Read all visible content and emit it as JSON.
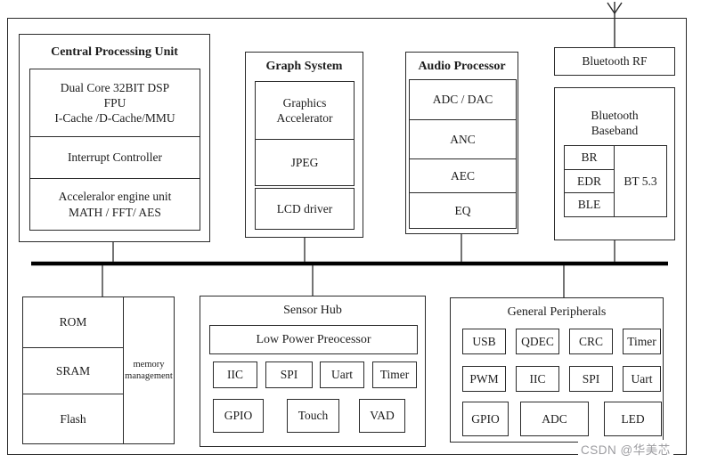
{
  "colors": {
    "line": "#2a2a2a",
    "bus": "#000000",
    "text": "#1c1c1c",
    "background": "#ffffff",
    "watermark": "#9c9ca0"
  },
  "icons": {
    "antenna": "antenna-icon"
  },
  "cpu": {
    "title": "Central Processing Unit",
    "rows": [
      "Dual Core 32BIT DSP\nFPU\nI-Cache /D-Cache/MMU",
      "Interrupt Controller",
      "Acceleralor engine unit\nMATH / FFT/ AES"
    ]
  },
  "graph_system": {
    "title": "Graph System",
    "blocks": [
      "Graphics\nAccelerator",
      "JPEG",
      "LCD driver"
    ]
  },
  "audio_processor": {
    "title": "Audio Processor",
    "blocks": [
      "ADC / DAC",
      "ANC",
      "AEC",
      "EQ"
    ]
  },
  "bluetooth": {
    "rf_label": "Bluetooth RF",
    "baseband_title": "Bluetooth\nBaseband",
    "modes": [
      "BR",
      "EDR",
      "BLE"
    ],
    "version": "BT 5.3"
  },
  "memory": {
    "blocks": [
      "ROM",
      "SRAM",
      "Flash"
    ],
    "manager_label": "memory\nmanagement"
  },
  "sensor_hub": {
    "title": "Sensor Hub",
    "processor": "Low Power Preocessor",
    "row1": [
      "IIC",
      "SPI",
      "Uart",
      "Timer"
    ],
    "row2": [
      "GPIO",
      "Touch",
      "VAD"
    ]
  },
  "peripherals": {
    "title": "General Peripherals",
    "row1": [
      "USB",
      "QDEC",
      "CRC",
      "Timer"
    ],
    "row2": [
      "PWM",
      "IIC",
      "SPI",
      "Uart"
    ],
    "row3": [
      "GPIO",
      "ADC",
      "LED"
    ]
  },
  "watermark": {
    "text": "CSDN @华美芯"
  }
}
